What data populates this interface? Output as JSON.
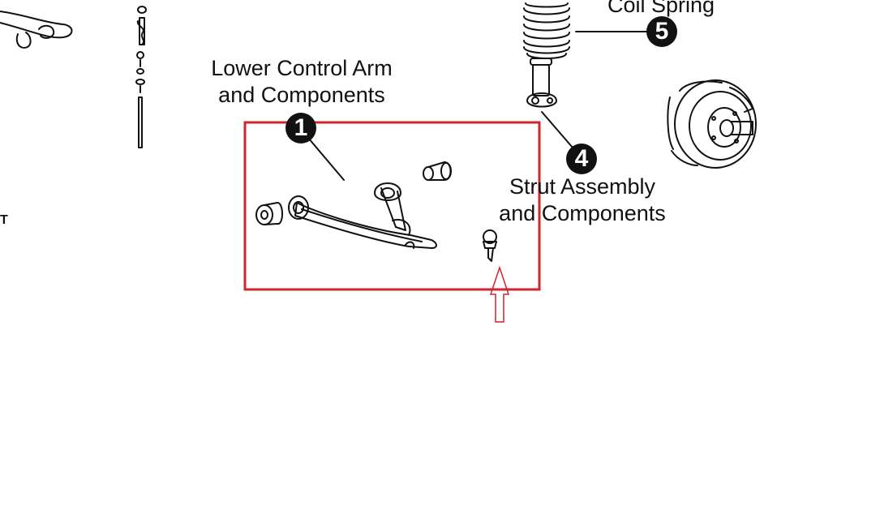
{
  "labels": {
    "coil_spring": "Coil Spring",
    "lower_control_arm_line1": "Lower Control Arm",
    "lower_control_arm_line2": "and Components",
    "strut_assembly_line1": "Strut Assembly",
    "strut_assembly_line2": "and Components",
    "edge_fragment": "T"
  },
  "callouts": {
    "lower_control_arm": "1",
    "strut_assembly": "4",
    "coil_spring": "5"
  },
  "colors": {
    "highlight_box": "#d0262e",
    "arrow": "#d0262e",
    "line_art": "#111111",
    "badge": "#111111"
  },
  "icons": {
    "arrow": "hollow-up-arrow",
    "parts": [
      "sway-bar-end",
      "end-link",
      "coil-spring",
      "strut",
      "lower-control-arm",
      "bushing",
      "ball-joint",
      "brake-rotor-hub"
    ]
  }
}
